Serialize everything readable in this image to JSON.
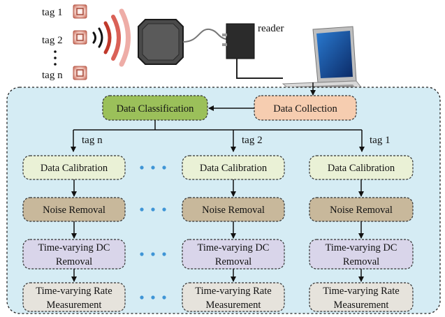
{
  "top": {
    "tags": [
      "tag 1",
      "tag 2",
      "tag n"
    ],
    "reader_label": "reader"
  },
  "pipeline": {
    "classification": "Data Classification",
    "collection": "Data Collection",
    "columns": [
      {
        "tag": "tag n",
        "steps": [
          "Data Calibration",
          "Noise Removal",
          "Time-varying DC",
          "Removal",
          "Time-varying Rate",
          "Measurement"
        ]
      },
      {
        "tag": "tag 2",
        "steps": [
          "Data Calibration",
          "Noise Removal",
          "Time-varying DC",
          "Removal",
          "Time-varying Rate",
          "Measurement"
        ]
      },
      {
        "tag": "tag 1",
        "steps": [
          "Data Calibration",
          "Noise Removal",
          "Time-varying DC",
          "Removal",
          "Time-varying Rate",
          "Measurement"
        ]
      }
    ]
  },
  "colors": {
    "panel_bg": "#d5ecf4",
    "classification_fill": "#9bc05a",
    "collection_fill": "#f6cdb0",
    "calibration_fill": "#eaf1d6",
    "noise_fill": "#c8b89b",
    "dc_fill": "#d9d5ea",
    "rate_fill": "#e6e3dc",
    "dots": "#3f95d6"
  }
}
